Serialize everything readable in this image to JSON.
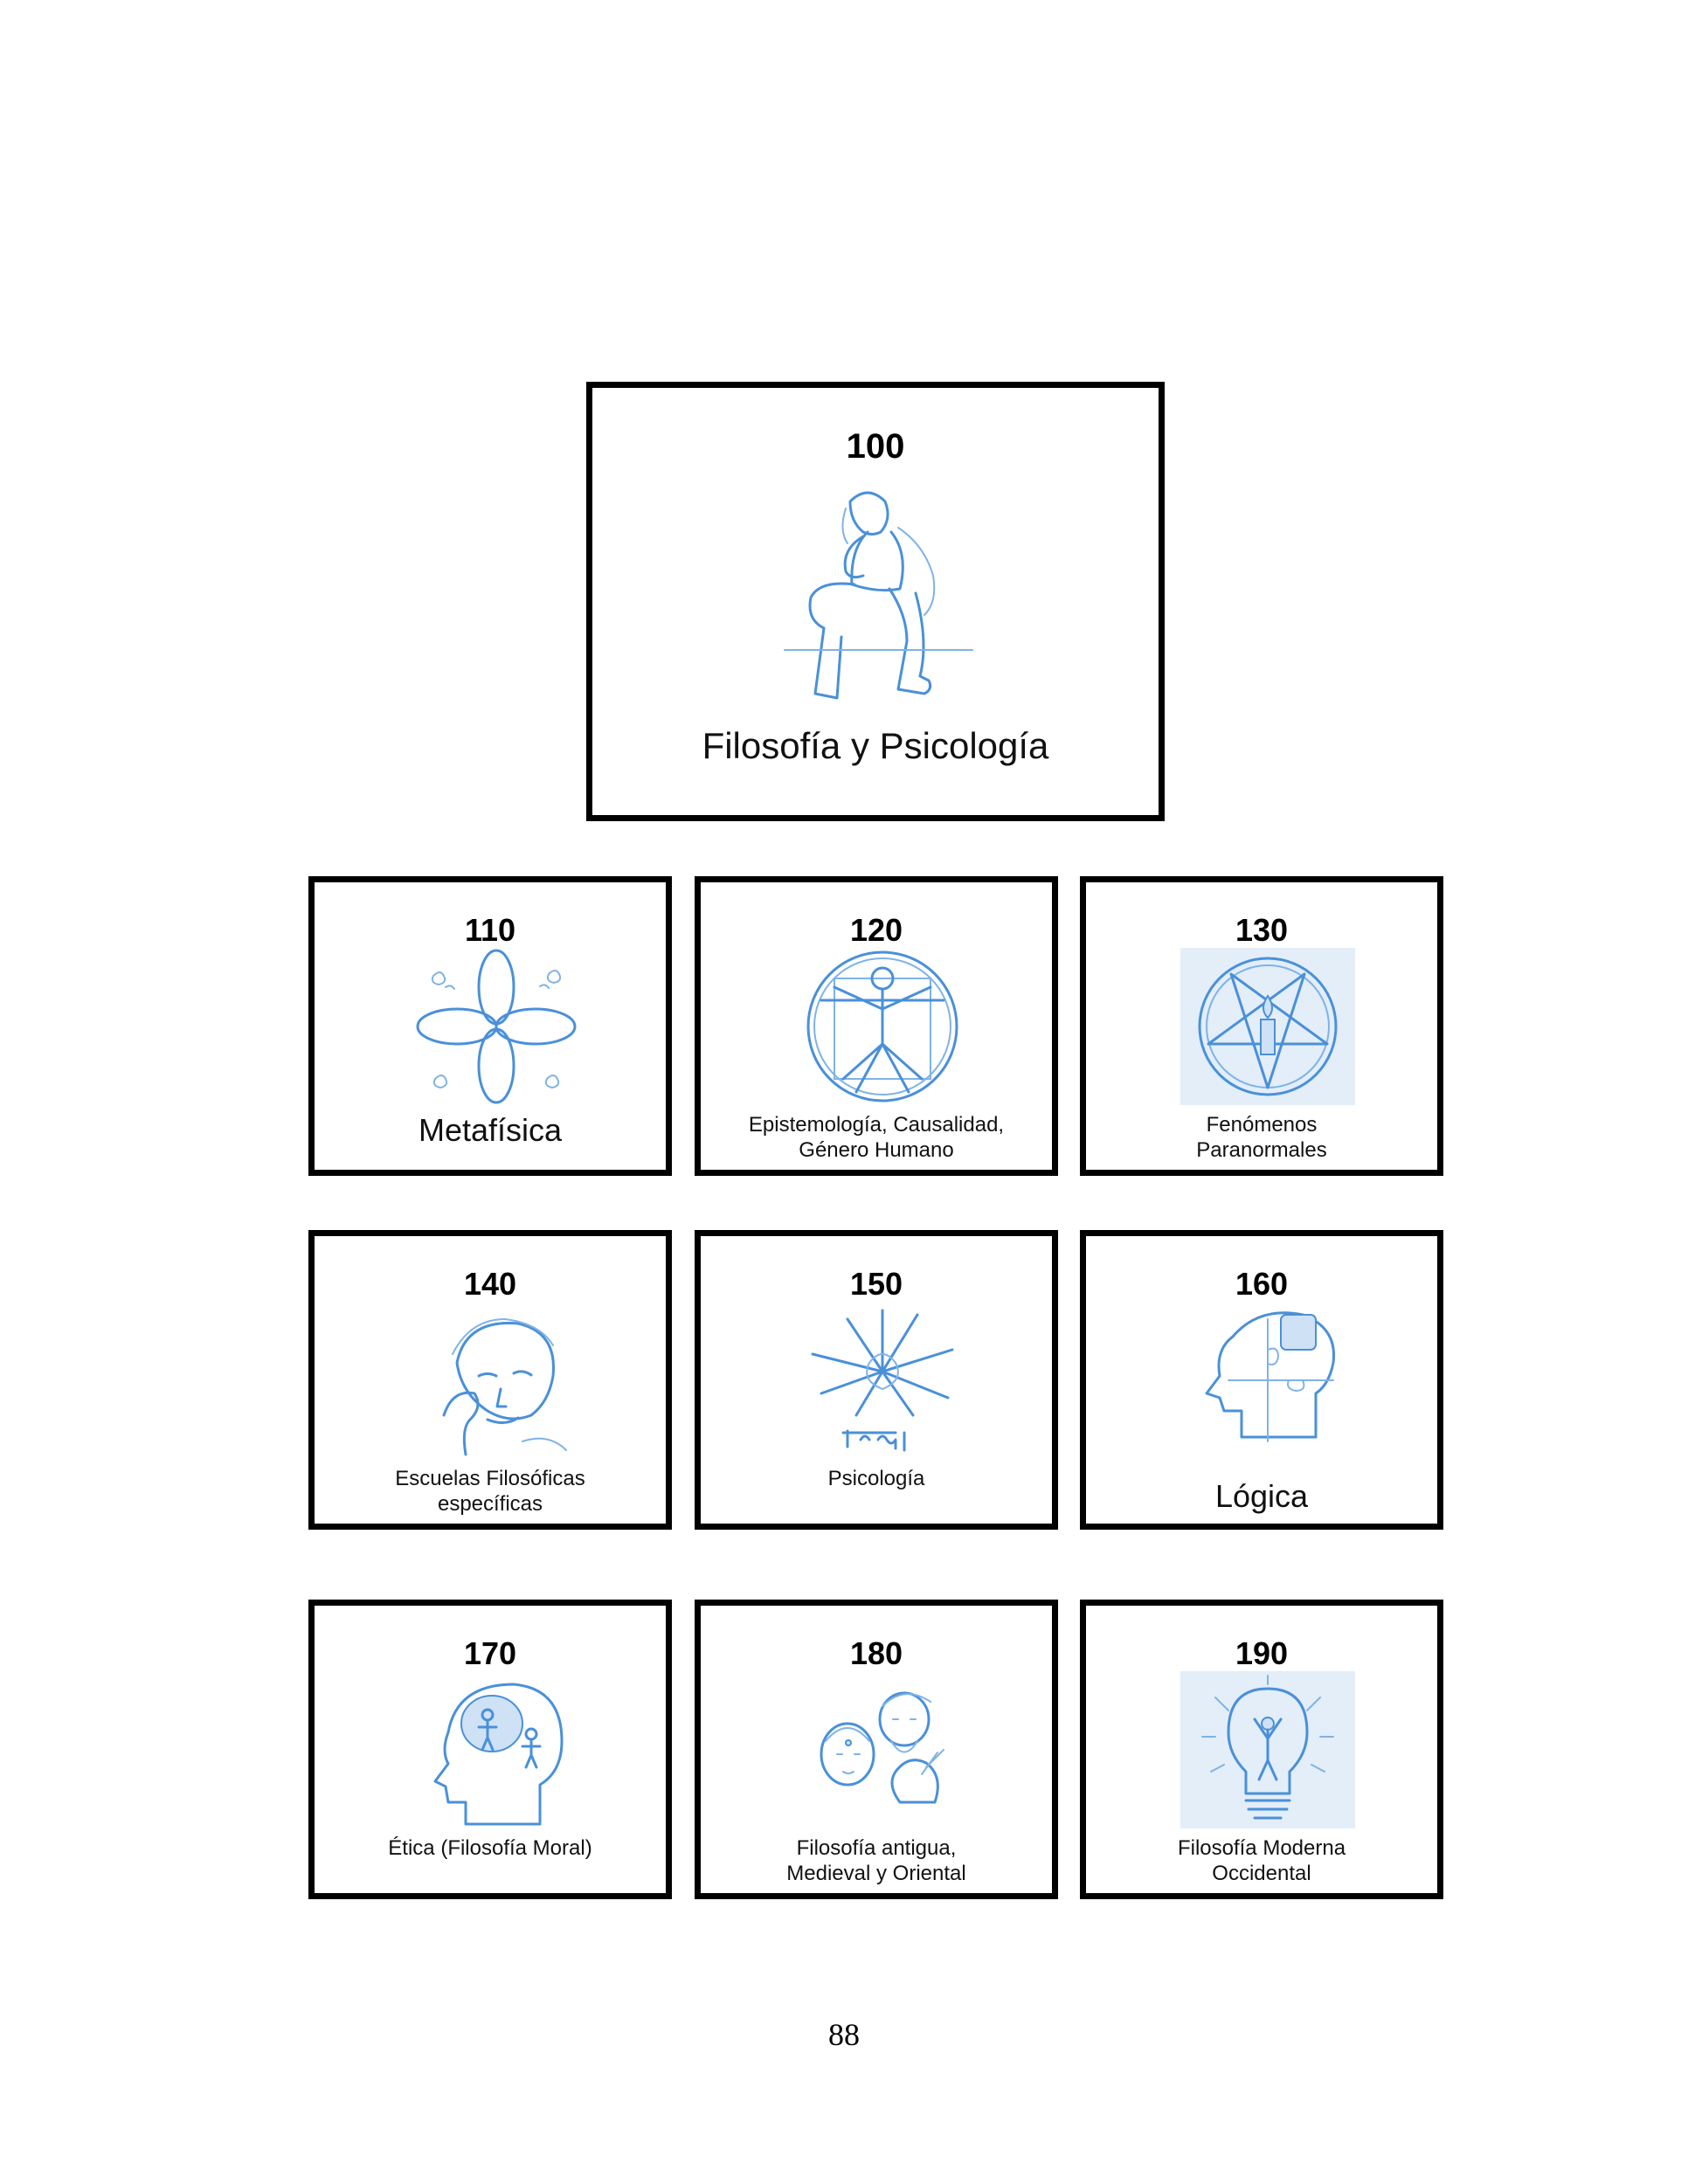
{
  "main": {
    "number": "100",
    "title": "Filosofía y Psicología",
    "icon": "thinker-icon"
  },
  "cards": [
    {
      "number": "110",
      "label": "Metafísica",
      "icon": "infinity-flower-icon"
    },
    {
      "number": "120",
      "label": "Epistemología, Causalidad,\nGénero Humano",
      "icon": "vitruvian-man-icon"
    },
    {
      "number": "130",
      "label": "Fenómenos\nParanormales",
      "icon": "pentagram-icon"
    },
    {
      "number": "140",
      "label": "Escuelas Filosóficas\nespecíficas",
      "icon": "pensive-man-icon"
    },
    {
      "number": "150",
      "label": "Psicología",
      "icon": "psychology-splash-icon"
    },
    {
      "number": "160",
      "label": "Lógica",
      "icon": "puzzle-head-icon"
    },
    {
      "number": "170",
      "label": "Ética (Filosofía Moral)",
      "icon": "head-figures-icon"
    },
    {
      "number": "180",
      "label": "Filosofía antigua,\nMedieval y Oriental",
      "icon": "ancient-faces-icon"
    },
    {
      "number": "190",
      "label": "Filosofía Moderna\nOccidental",
      "icon": "lightbulb-figure-icon"
    }
  ],
  "page_number": "88",
  "colors": {
    "sketch_blue": "#4a90d9",
    "border": "#000000"
  }
}
